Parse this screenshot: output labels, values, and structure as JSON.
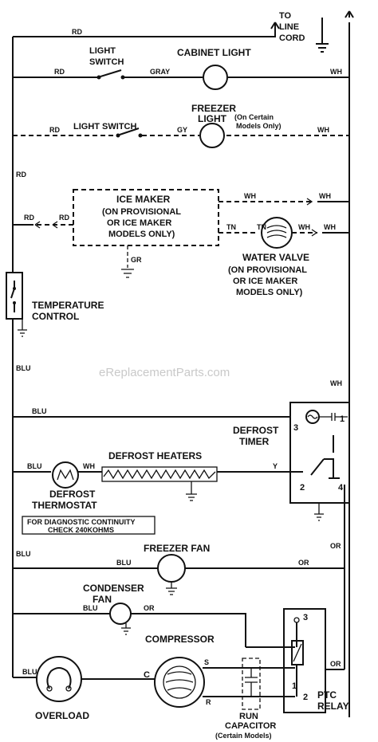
{
  "header": {
    "line_cord": [
      "TO",
      "LINE",
      "CORD"
    ]
  },
  "watermark": "eReplacementParts.com",
  "components": {
    "cabinet_light": "CABINET LIGHT",
    "light_switch_1": [
      "LIGHT",
      "SWITCH"
    ],
    "freezer_light": "FREEZER",
    "freezer_light_2": "LIGHT",
    "freezer_light_note": "(On Certain",
    "freezer_light_note_2": "Models Only)",
    "light_switch_2": "LIGHT SWITCH",
    "ice_maker": [
      "ICE MAKER",
      "(ON PROVISIONAL",
      "OR ICE MAKER",
      "MODELS ONLY)"
    ],
    "water_valve": [
      "WATER VALVE",
      "(ON PROVISIONAL",
      "OR ICE MAKER",
      "MODELS ONLY)"
    ],
    "temperature_control": [
      "TEMPERATURE",
      "CONTROL"
    ],
    "defrost_timer": [
      "DEFROST",
      "TIMER"
    ],
    "defrost_heaters": "DEFROST HEATERS",
    "defrost_thermostat": [
      "DEFROST",
      "THERMOSTAT"
    ],
    "continuity_note": [
      "FOR DIAGNOSTIC CONTINUITY",
      "CHECK 240KOHMS"
    ],
    "freezer_fan": "FREEZER FAN",
    "condenser_fan": [
      "CONDENSER",
      "FAN"
    ],
    "compressor": "COMPRESSOR",
    "overload": "OVERLOAD",
    "run_capacitor": [
      "RUN",
      "CAPACITOR",
      "(Certain Models)"
    ],
    "ptc_relay": [
      "PTC",
      "RELAY"
    ]
  },
  "wire_labels": {
    "rd": "RD",
    "gray": "GRAY",
    "gy": "GY",
    "wh": "WH",
    "gr": "GR",
    "tn": "TN",
    "blu": "BLU",
    "y": "Y",
    "or": "OR"
  },
  "terminals": {
    "timer_1": "1",
    "timer_2": "2",
    "timer_3": "3",
    "timer_4": "4",
    "comp_c": "C",
    "comp_s": "S",
    "comp_r": "R",
    "relay_3": "3",
    "relay_1": "1",
    "relay_2": "2"
  }
}
